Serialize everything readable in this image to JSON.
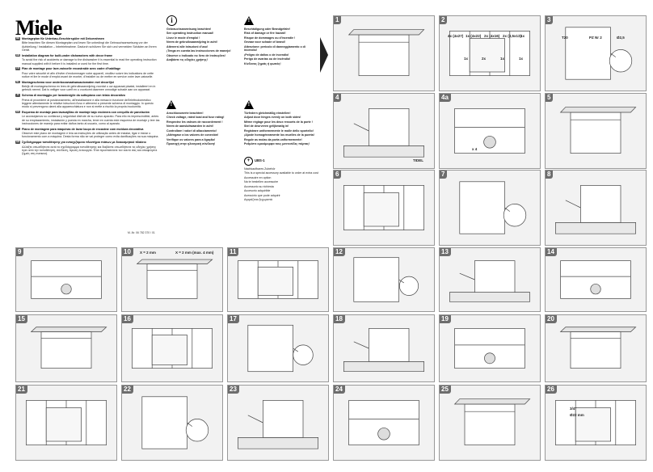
{
  "brand": "Miele",
  "doc_number": "M.-Nr. 06 782 370 / 01",
  "col1": [
    {
      "flag": "de",
      "title": "Montageplan für Unterbau-Geschirrspüler mit Dekorrahmen",
      "text": "Bitte beachten Sie diesen Montageplan und lesen Sie unbedingt die Gebrauchsanweisung vor der Aufstellung / Installation – Inbetriebnahme. Dadurch schützen Sie sich und vermeiden Schäden an Ihrem Gerät."
    },
    {
      "flag": "en",
      "title": "Installation diagram for built-under dishwashers with decor frame",
      "text": "To avoid the risk of accidents or damage to the dishwasher it is essential to read the operating instruction manual supplied with it before it is installed or used for the first time."
    },
    {
      "flag": "fr",
      "title": "Plan de montage pour lave-vaisselle encastrable avec cadre d'habillage",
      "text": "Pour votre sécurité et afin d'éviter d'endommager votre appareil, veuillez suivre les indications de cette notice et lire le mode d'emploi avant de monter, d'installer ou de mettre en service votre lave-vaisselle."
    },
    {
      "flag": "nl",
      "title": "Montageschema voor onderbouwvaatwasautomaten met decorlijst",
      "text": "Bekijk dit montageschema en lees de gebruiksaanwijzing voordat u uw apparaat plaatst, installeert en in gebruik neemt. Dat is veiliger voor uzelf en u voorkomt daarmee onnodige schade aan uw apparaat."
    },
    {
      "flag": "it",
      "title": "Schema di montaggio per lavastoviglie da sottopiano con telaio decorativo",
      "text": "Prima di procedere al posizionamento, all'installazione e alla messa in funzione dell'elettrodomestico leggere attentamente le relative istruzioni d'uso e attenersi a presente schema di montaggio. In questo modo si prevengono danni alla apparecchiatura e non si mette a rischio la propria incolumità."
    },
    {
      "flag": "es",
      "title": "Esquema de montaje para lavavajillas de montaje bajo encimera con cerquillo de panelación",
      "text": "Le aconsejamos su confianza y seguridad disfrute de su nuevo aparato. Para ello es imprescindible, antes de su emplazamiento, instalación y puesta en marcha, tener en cuenta este esquema de montaje y leer las instrucciones de manejo para evitar daños tanto al usuario, como al aparato."
    },
    {
      "flag": "pt",
      "title": "Plano de montagem para máquinas de lavar louça de encastrar com moldura decorativa",
      "text": "Observe este plano de montagem e leia as instruções de utilização antes de instalar, ligar e iniciar o funcionamento com a máquina. Desta forma não se vai proteger como evita danificações na sua máquina."
    },
    {
      "flag": "gr",
      "title": "Σχεδιάγραμμα τοποθέτησης για εντοιχιζόμενο πλυντήριο πιάτων με διακοσμητικό πλαίσιο",
      "text": "Αλλάξτε οπωσδήποτε αυτό το σχεδιάγραμμα τοποθέτησης και διαβάστε οπωσδήποτε τις οδηγίες χρήσης πριν από την τοποθέτηση, σύνδεση, πρώτη λειτουργία. Έτσι προστατεύετε τον εαυτό σας και αποφεύγετε ζημιές στη συσκευή."
    }
  ],
  "col2_top": [
    "Gebrauchsanweisung beachten!",
    "See operating instruction manual!",
    "Lisez le mode d'emploi !",
    "Neem de gebruiksaanwijzing in acht!",
    "Attenersi alle istruzioni d'uso!",
    "¡Tenga en cuenta las instrucciones de manejo!",
    "Observe o indicado no livro de instruções!",
    "Διαβάστε τις οδηγίες χρήσης!"
  ],
  "col2_bottom": [
    "Anschlusswerte beachten!",
    "Check voltage, rated load and fuse rating!",
    "Respectez les valeurs de raccordement !",
    "Neem de aansluitwaarden in acht!",
    "Controllare i valori di allacciamento!",
    "¡Atiéngase a los valores de conexión!",
    "Verifique os valores para a ligação!",
    "Προσοχή στην ηλεκτρική σύνδεση!"
  ],
  "col3_top": [
    "Beschädigung oder Brandgefahr!",
    "Risk of damage or fire hazard!",
    "Risque de dommages ou d'incendie !",
    "Gevaar voor schade of brand!",
    "Attenzione: pericolo di danneggiamento o di incendio!",
    "¡Peligro de daños o de incendio!",
    "Perigo de avarias ou de incêndio!",
    "Κίνδυνος ζημιάς ή φωτιάς!"
  ],
  "col3_bottom": [
    "Türfedern gleichmäßig einstellen!",
    "Adjust door hinges evenly on both sides!",
    "Même réglage pour les deux ressorts de la porte !",
    "Stel de deurveren gelijkmatig in!",
    "Registrare uniformemente le molle dello sportello!",
    "¡Ajuste homogéneamente los muelles de la puerta!",
    "Regule as molas da porta uniformemente!",
    "Ρυθμίστε ομοιόμορφα τους μεντεσέδες πόρτας!"
  ],
  "ubs": {
    "label": "UBS-1",
    "lines": [
      "Nachkaufbares Zubehör",
      "This is a special accessory available to order at extra cost",
      "Accessoire en option",
      "Na te bestellen accessoire",
      "Accessorio su richiesta",
      "Accesorio adquirible",
      "Acessório que pode adquirir",
      "Αγοράζεται ξεχωριστά"
    ]
  },
  "steps": [
    "1",
    "2",
    "3",
    "4",
    "4a",
    "5",
    "6",
    "7",
    "8",
    "9",
    "10",
    "11",
    "12",
    "13",
    "14",
    "15",
    "16",
    "17",
    "18",
    "19",
    "20",
    "21",
    "22",
    "23",
    "24",
    "25",
    "26"
  ],
  "step2_parts": [
    "4x (4x27)",
    "1x (4x22)",
    "2x (4x16)",
    "2x (3,5x13)",
    "1x",
    "1x",
    "2x",
    "1x",
    "1x"
  ],
  "step3_tools": [
    "T20",
    "PZ Nr 2",
    "Ø2,5"
  ],
  "step10_labels": [
    "X = 2 mm",
    "X = 2 mm (max. 4 mm)"
  ],
  "step4_label": "TIDEL",
  "step26_label": "3/4\"",
  "step26_dim": "Ø22 mm",
  "step4a_times": "x 4",
  "colors": {
    "panel_bg": "#f2f2f2",
    "step_badge": "#6d6d6d",
    "ink": "#111111"
  }
}
